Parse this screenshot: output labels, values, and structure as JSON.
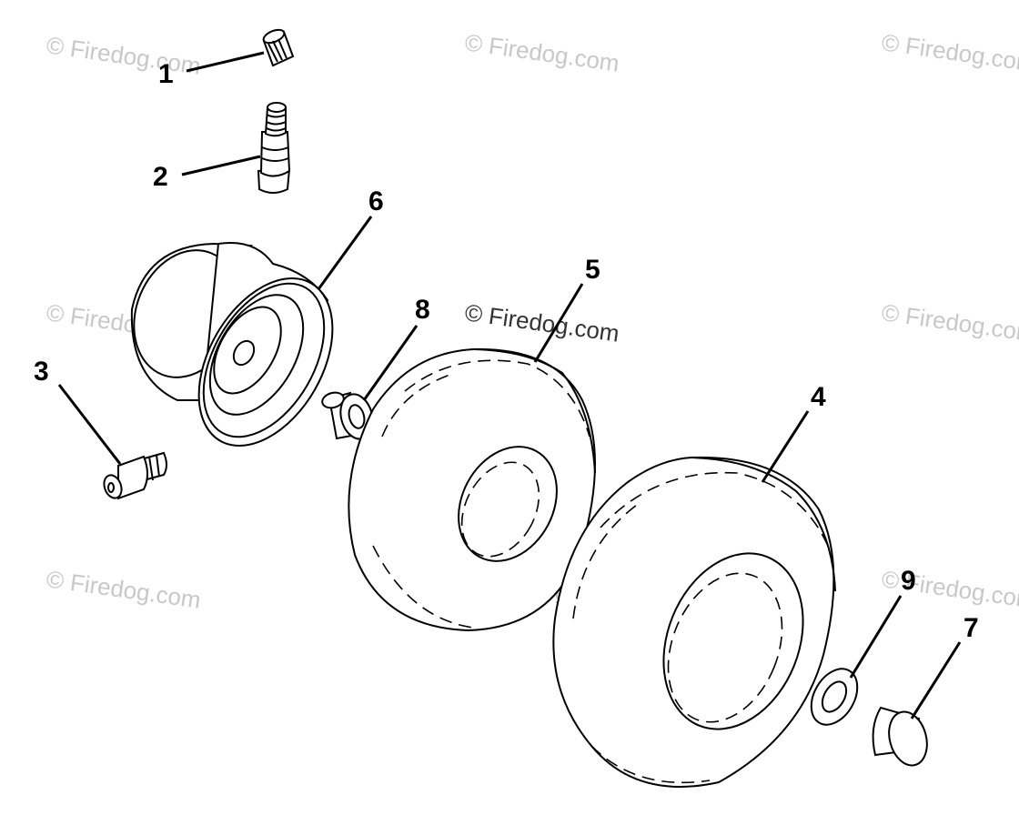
{
  "watermark": "© Firedog.com",
  "callouts": {
    "c1": "1",
    "c2": "2",
    "c3": "3",
    "c4": "4",
    "c5": "5",
    "c6": "6",
    "c7": "7",
    "c8": "8",
    "c9": "9"
  }
}
